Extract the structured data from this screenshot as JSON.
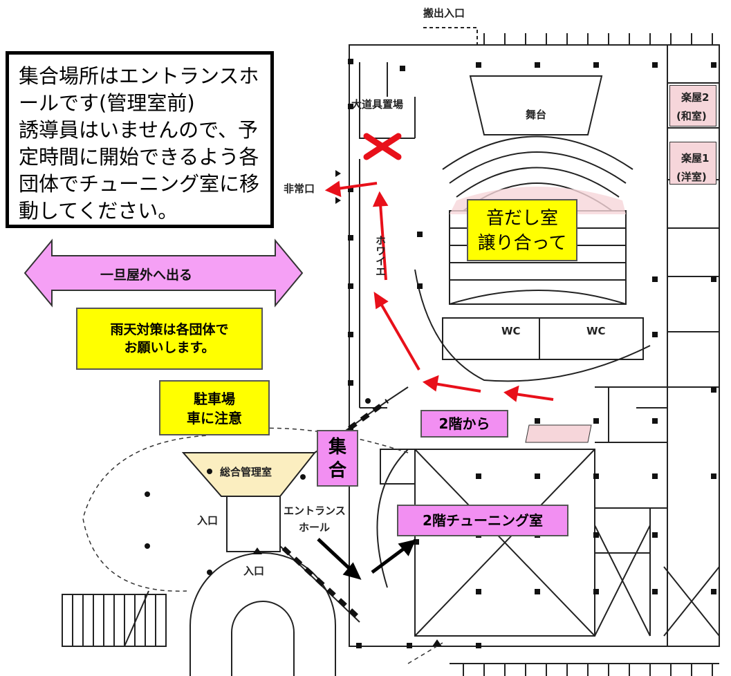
{
  "notice": {
    "lines": [
      "集合場所はエントランスホ",
      "ールです(管理室前)",
      "誘導員はいませんので、予",
      "定時間に開始できるよう各",
      "団体でチューニング室に移",
      "動してください。"
    ]
  },
  "outside_arrow": {
    "label": "一旦屋外へ出る",
    "color": "#f5a0f5"
  },
  "rain_note": {
    "line1": "雨天対策は各団体で",
    "line2": "お願いします。"
  },
  "parking_note": {
    "line1": "駐車場",
    "line2": "車に注意"
  },
  "rehearsal_room_note": {
    "line1": "音だし室",
    "line2": "譲り合って"
  },
  "assembly_label": {
    "line1": "集",
    "line2": "合"
  },
  "from_2f_label": "2階から",
  "tuning_room_label": "2階チューニング室",
  "map_labels": {
    "loading_entrance": "搬出入口",
    "prop_storage": "大道具置場",
    "stage": "舞台",
    "green_room_2": "楽屋2",
    "green_room_2_type": "(和室)",
    "green_room_1": "楽屋1",
    "green_room_1_type": "(洋室)",
    "emergency_exit": "非常口",
    "foyer": "ホワイエ",
    "wc_left": "WC",
    "wc_right": "WC",
    "general_office": "総合管理室",
    "entrance_hall_line1": "エントランス",
    "entrance_hall_line2": "ホール",
    "entrance_left": "入口",
    "entrance_bottom": "入口"
  },
  "colors": {
    "yellow": "#ffff00",
    "pink_label": "#f28ff2",
    "red_arrow": "#e8101a",
    "green_room_fill": "#f6d6da"
  }
}
